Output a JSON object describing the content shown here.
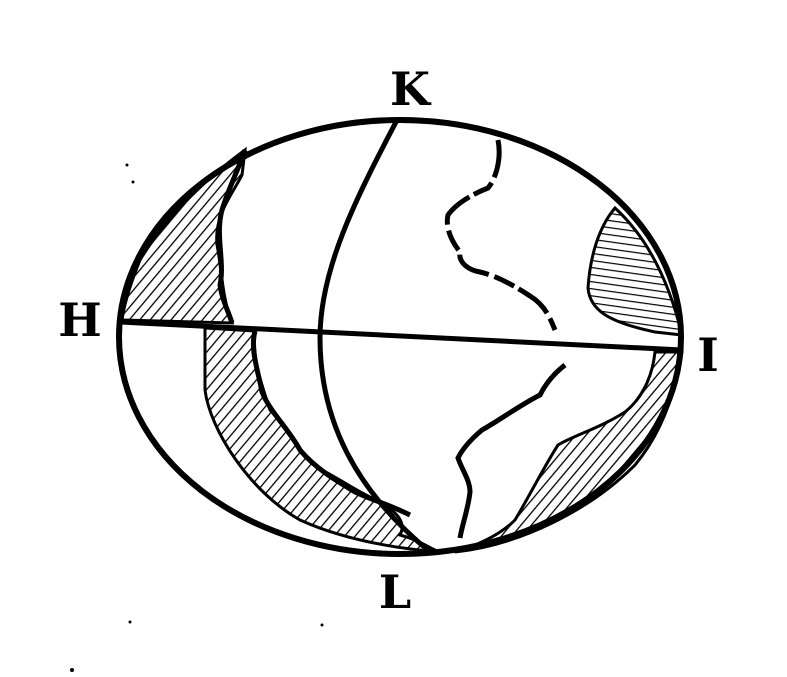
{
  "diagram": {
    "labels": {
      "top": "K",
      "bottom": "L",
      "left": "H",
      "right": "I"
    },
    "colors": {
      "ink": "#000000",
      "paper": "#ffffff"
    }
  }
}
